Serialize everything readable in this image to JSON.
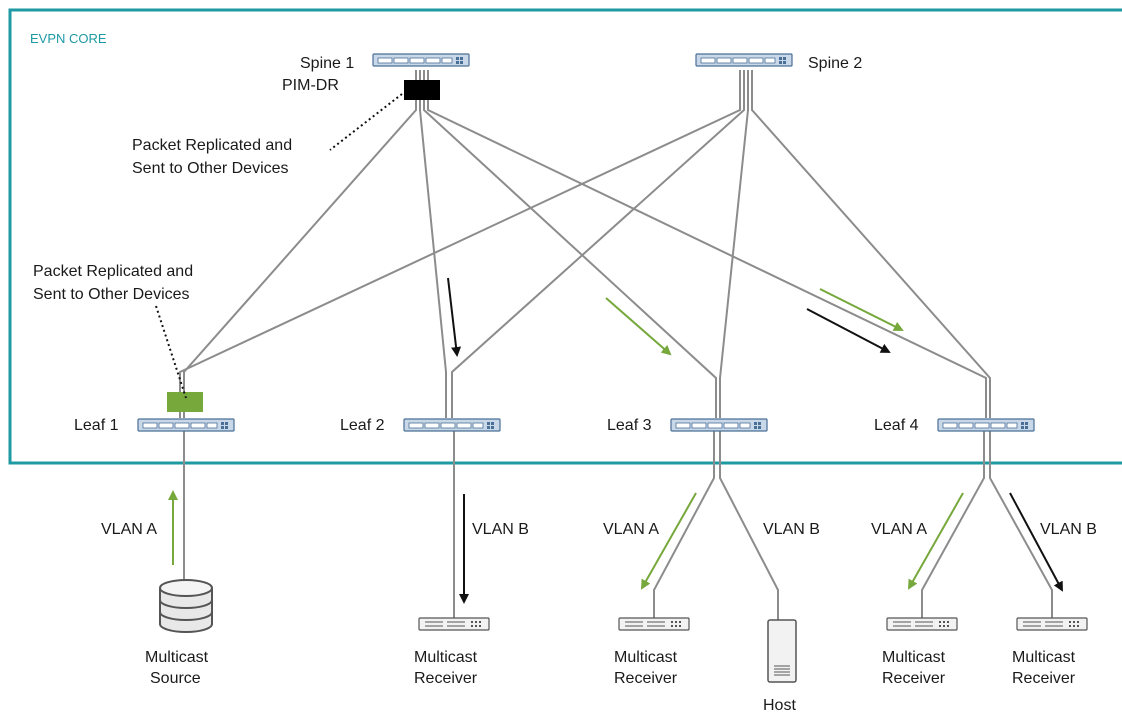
{
  "core": {
    "label": "EVPN CORE",
    "border_color": "#1e9aa3"
  },
  "spines": [
    {
      "id": "spine1",
      "label": "Spine 1",
      "role": "PIM-DR"
    },
    {
      "id": "spine2",
      "label": "Spine 2"
    }
  ],
  "leaves": [
    {
      "id": "leaf1",
      "label": "Leaf 1"
    },
    {
      "id": "leaf2",
      "label": "Leaf 2"
    },
    {
      "id": "leaf3",
      "label": "Leaf 3"
    },
    {
      "id": "leaf4",
      "label": "Leaf 4"
    }
  ],
  "annotations": {
    "spine_replication": [
      "Packet Replicated and",
      "Sent to Other Devices"
    ],
    "leaf_replication": [
      "Packet Replicated and",
      "Sent to Other Devices"
    ]
  },
  "vlans": {
    "leaf1": "VLAN A",
    "leaf2": "VLAN B",
    "leaf3_a": "VLAN A",
    "leaf3_b": "VLAN B",
    "leaf4_a": "VLAN A",
    "leaf4_b": "VLAN B"
  },
  "endpoints": {
    "source": [
      "Multicast",
      "Source"
    ],
    "receiver_leaf2": [
      "Multicast",
      "Receiver"
    ],
    "receiver_leaf3": [
      "Multicast",
      "Receiver"
    ],
    "host": "Host",
    "receiver_leaf4_a": [
      "Multicast",
      "Receiver"
    ],
    "receiver_leaf4_b": [
      "Multicast",
      "Receiver"
    ]
  },
  "colors": {
    "green_flow": "#76a83c",
    "black_flow": "#111111",
    "link": "#8c8c8c",
    "device_fill": "#b8cde0",
    "device_stroke": "#4a6f96",
    "replicator_green": "#76a83c",
    "replicator_black": "#000000"
  },
  "icons": {
    "switch": "network-switch-icon",
    "database": "database-icon",
    "server": "server-tower-icon"
  }
}
